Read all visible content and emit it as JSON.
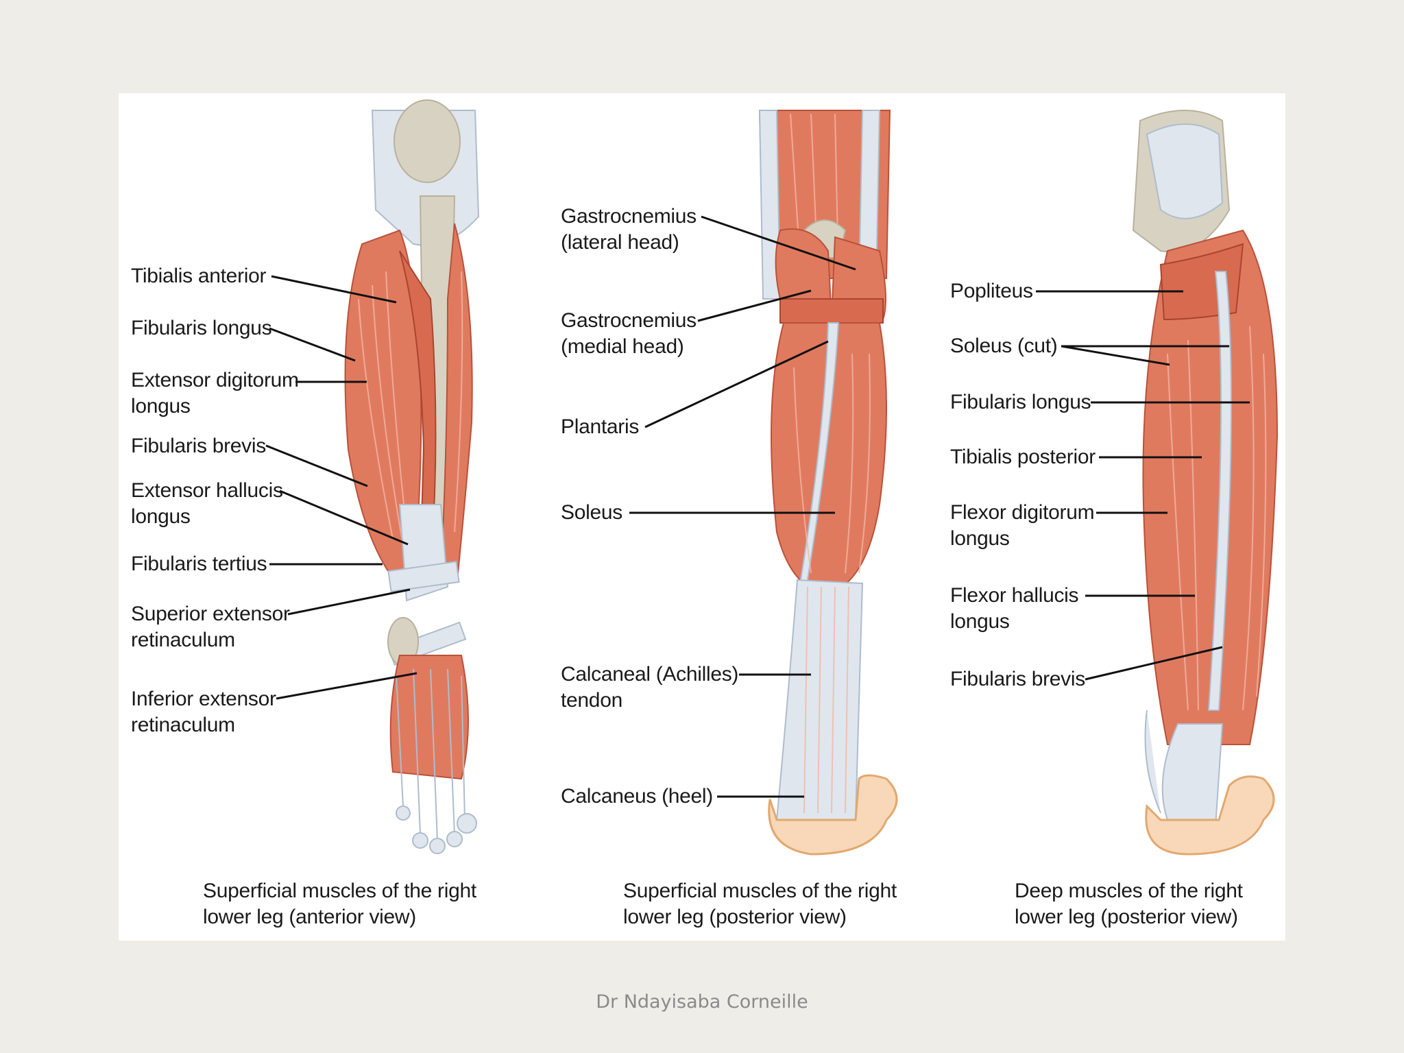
{
  "figure": {
    "views": [
      {
        "caption": [
          "Superficial muscles of the right",
          "lower leg (anterior view)"
        ],
        "labels": [
          [
            "Tibialis anterior"
          ],
          [
            "Fibularis longus"
          ],
          [
            "Extensor digitorum",
            "longus"
          ],
          [
            "Fibularis brevis"
          ],
          [
            "Extensor hallucis",
            "longus"
          ],
          [
            "Fibularis tertius"
          ],
          [
            "Superior extensor",
            "retinaculum"
          ],
          [
            "Inferior extensor",
            "retinaculum"
          ]
        ]
      },
      {
        "caption": [
          "Superficial muscles of the right",
          "lower leg (posterior view)"
        ],
        "labels": [
          [
            "Gastrocnemius",
            "(lateral head)"
          ],
          [
            "Gastrocnemius",
            "(medial head)"
          ],
          [
            "Plantaris"
          ],
          [
            "Soleus"
          ],
          [
            "Calcaneal (Achilles)",
            "tendon"
          ],
          [
            "Calcaneus (heel)"
          ]
        ]
      },
      {
        "caption": [
          "Deep muscles of the right",
          "lower leg (posterior view)"
        ],
        "labels": [
          [
            "Popliteus"
          ],
          [
            "Soleus (cut)"
          ],
          [
            "Fibularis longus"
          ],
          [
            "Tibialis posterior"
          ],
          [
            "Flexor digitorum",
            "longus"
          ],
          [
            "Flexor hallucis",
            "longus"
          ],
          [
            "Fibularis brevis"
          ]
        ]
      }
    ]
  },
  "footer": {
    "author": "Dr Ndayisaba Corneille"
  },
  "colors": {
    "muscle": "#e07a5f",
    "tendon": "#dfe6ee",
    "bone": "#d8d2c2",
    "skin": "#f8d8b8",
    "background": "#efede8"
  }
}
